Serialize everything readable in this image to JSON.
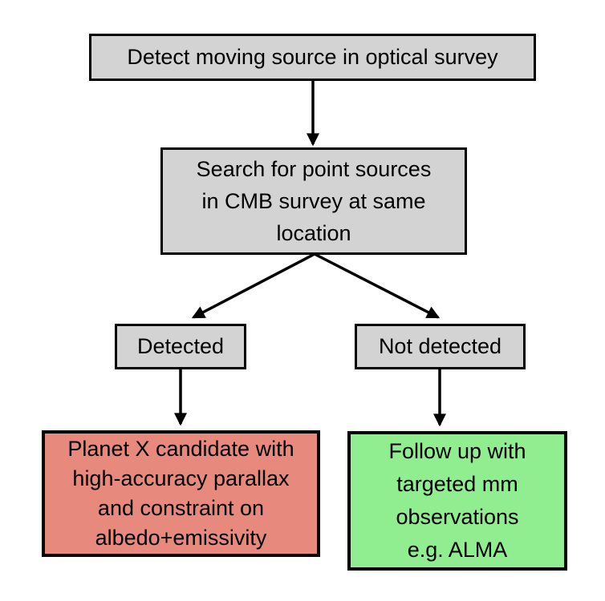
{
  "diagram": {
    "type": "flowchart",
    "nodes": {
      "detect_optical": {
        "label": "Detect moving source in optical survey",
        "fill": "#d3d3d3"
      },
      "search_cmb": {
        "label": "Search for point sources\nin CMB survey at same\nlocation",
        "fill": "#d3d3d3"
      },
      "detected": {
        "label": "Detected",
        "fill": "#d3d3d3"
      },
      "not_detected": {
        "label": "Not detected",
        "fill": "#d3d3d3"
      },
      "planet_x": {
        "label": "Planet X candidate with\nhigh-accuracy parallax\nand constraint on\nalbedo+emissivity",
        "fill": "#e8897e"
      },
      "follow_up": {
        "label": "Follow up with\ntargeted mm\nobservations\ne.g. ALMA",
        "fill": "#90ee90"
      }
    },
    "edges": [
      {
        "from": "detect_optical",
        "to": "search_cmb"
      },
      {
        "from": "search_cmb",
        "to": "detected"
      },
      {
        "from": "search_cmb",
        "to": "not_detected"
      },
      {
        "from": "detected",
        "to": "planet_x"
      },
      {
        "from": "not_detected",
        "to": "follow_up"
      }
    ],
    "colors": {
      "box_gray": "#d3d3d3",
      "box_red": "#e8897e",
      "box_green": "#90ee90",
      "border": "#000000",
      "arrow": "#000000",
      "background": "#ffffff"
    }
  }
}
